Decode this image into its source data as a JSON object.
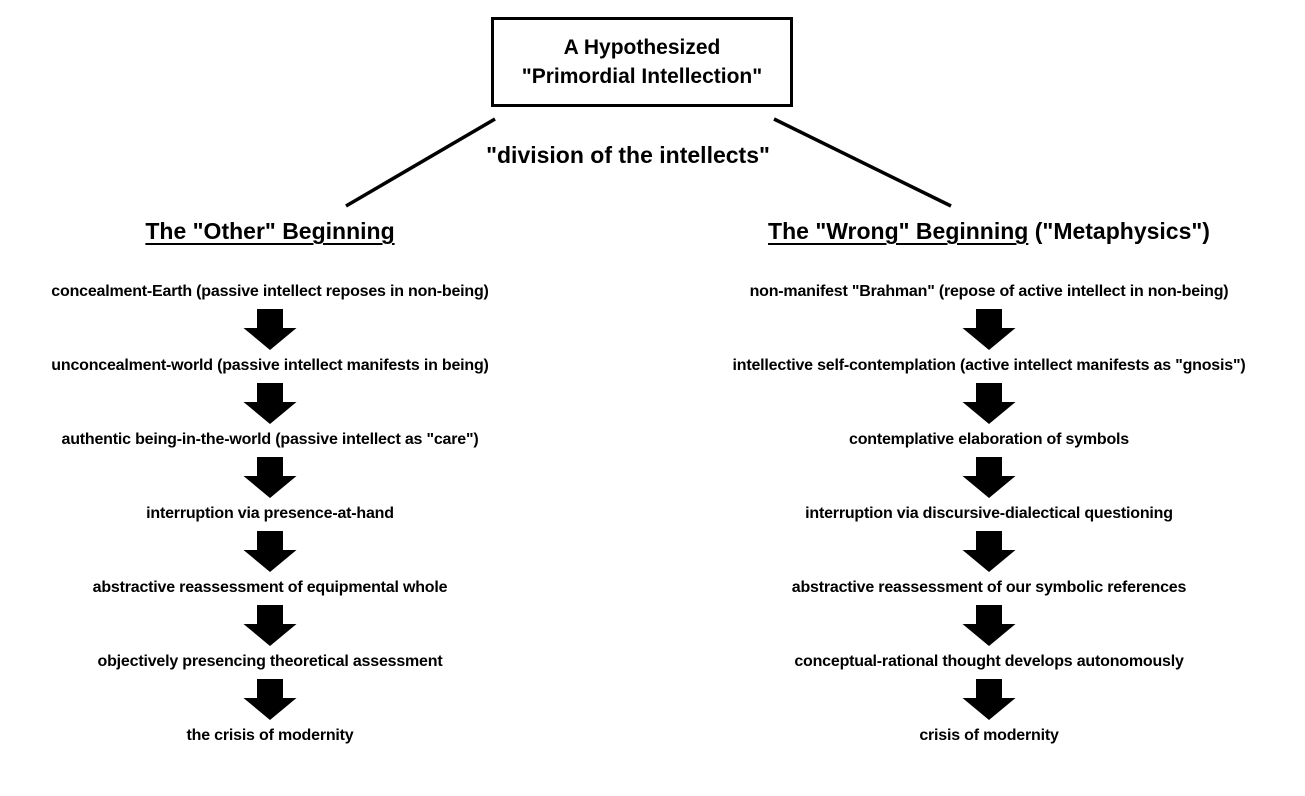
{
  "title_box": {
    "line1": "A Hypothesized",
    "line2": "\"Primordial Intellection\""
  },
  "branch_label": "\"division of the intellects\"",
  "columns": [
    {
      "id": "other-beginning",
      "heading": {
        "underlined": "The \"Other\" Beginning",
        "plain": ""
      },
      "steps": [
        "concealment-Earth (passive intellect reposes in non-being)",
        "unconcealment-world (passive intellect manifests in being)",
        "authentic being-in-the-world (passive intellect as \"care\")",
        "interruption via presence-at-hand",
        "abstractive reassessment of equipmental whole",
        "objectively presencing theoretical assessment",
        "the crisis of modernity"
      ]
    },
    {
      "id": "wrong-beginning",
      "heading": {
        "underlined": "The \"Wrong\" Beginning",
        "plain": " (\"Metaphysics\")"
      },
      "steps": [
        "non-manifest \"Brahman\" (repose of active intellect in non-being)",
        "intellective self-contemplation (active intellect manifests as \"gnosis\")",
        "contemplative elaboration of symbols",
        "interruption via discursive-dialectical questioning",
        "abstractive reassessment of our symbolic references",
        "conceptual-rational thought develops autonomously",
        "crisis of modernity"
      ]
    }
  ],
  "colors": {
    "ink": "#000000",
    "background": "#ffffff"
  }
}
